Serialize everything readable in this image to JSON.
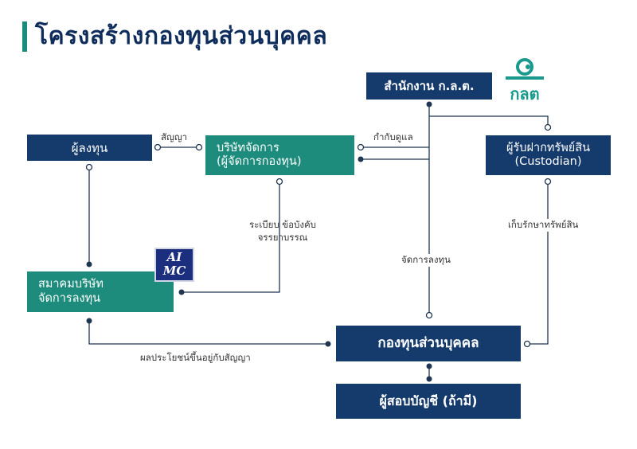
{
  "title": "โครงสร้างกองทุนส่วนบุคคล",
  "nodes": {
    "sec_office": "สำนักงาน ก.ล.ต.",
    "investor": "ผู้ลงทุน",
    "management_company": [
      "บริษัทจัดการ",
      "(ผู้จัดการกองทุน)"
    ],
    "custodian": [
      "ผู้รับฝากทรัพย์สิน",
      "(Custodian)"
    ],
    "association": [
      "สมาคมบริษัท",
      "จัดการลงทุน"
    ],
    "private_fund": "กองทุนส่วนบุคคล",
    "auditor": "ผู้สอบบัญชี (ถ้ามี)"
  },
  "edge_labels": {
    "contract": "สัญญา",
    "supervise": "กำกับดูแล",
    "regulations": [
      "ระเบียบ ข้อบังคับ",
      "จรรยาบรรณ"
    ],
    "manage_investment": "จัดการลงทุน",
    "safekeeping": "เก็บรักษาทรัพย์สิน",
    "benefits": "ผลประโยชน์ขึ้นอยู่กับสัญญา"
  },
  "logos": {
    "sec_logo_text": "กลต",
    "aimc_logo_text": [
      "AI",
      "MC"
    ]
  },
  "colors": {
    "navy": "#153b6c",
    "teal": "#1e8c7c",
    "title": "#0f2d5c",
    "accent_bar": "#1a8c7e",
    "connector": "#1f3550"
  }
}
